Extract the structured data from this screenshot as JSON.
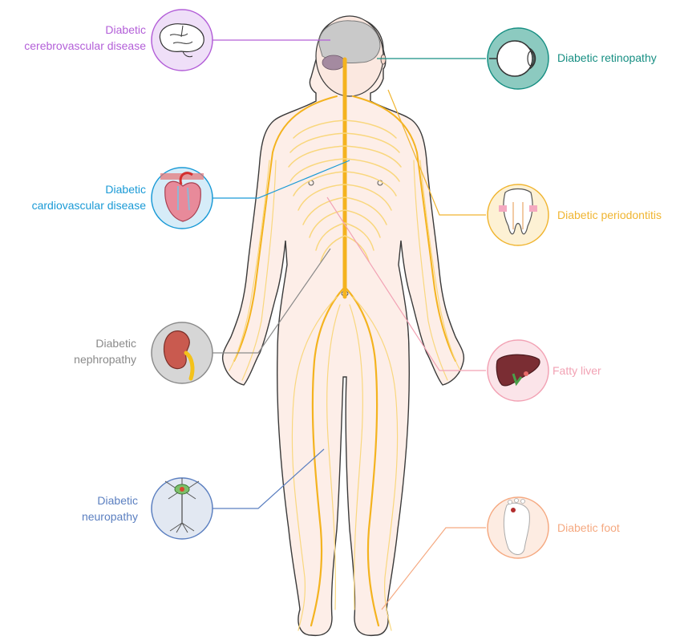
{
  "complications": [
    {
      "id": "cerebrovascular",
      "label": "Diabetic cerebrovascular disease",
      "lines": [
        "Diabetic",
        "cerebrovascular disease"
      ],
      "color": "#b35fd8",
      "icon": "brain-icon"
    },
    {
      "id": "cardiovascular",
      "label": "Diabetic cardiovascular disease",
      "lines": [
        "Diabetic",
        "cardiovascular disease"
      ],
      "color": "#1a9ad6",
      "icon": "heart-icon"
    },
    {
      "id": "nephropathy",
      "label": "Diabetic nephropathy",
      "lines": [
        "Diabetic",
        "nephropathy"
      ],
      "color": "#8a8a8a",
      "icon": "kidney-icon"
    },
    {
      "id": "neuropathy",
      "label": "Diabetic neuropathy",
      "lines": [
        "Diabetic",
        "neuropathy"
      ],
      "color": "#5b7fc0",
      "icon": "neuron-icon"
    },
    {
      "id": "retinopathy",
      "label": "Diabetic retinopathy",
      "lines": [
        "Diabetic retinopathy"
      ],
      "color": "#178f83",
      "icon": "eye-icon"
    },
    {
      "id": "periodontitis",
      "label": "Diabetic periodontitis",
      "lines": [
        "Diabetic periodontitis"
      ],
      "color": "#f0b531",
      "icon": "tooth-icon"
    },
    {
      "id": "fatty_liver",
      "label": "Fatty liver",
      "lines": [
        "Fatty liver"
      ],
      "color": "#f2a2b4",
      "icon": "liver-icon"
    },
    {
      "id": "foot",
      "label": "Diabetic foot",
      "lines": [
        "Diabetic foot"
      ],
      "color": "#f5a981",
      "icon": "foot-icon"
    }
  ],
  "colors": {
    "nerve": "#f4b31f",
    "nerve_light": "#f9d77e",
    "skin": "#fdeee8",
    "outline": "#3a3a3a"
  }
}
